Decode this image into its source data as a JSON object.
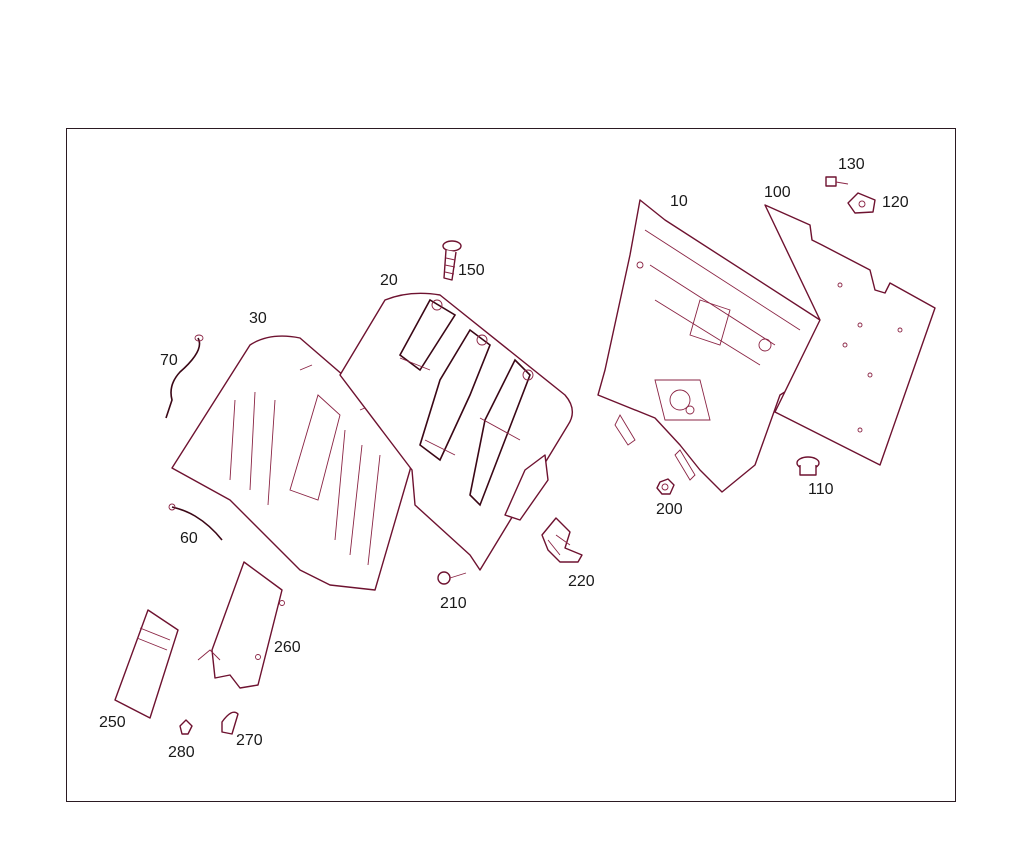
{
  "diagram": {
    "callouts": {
      "p10": "10",
      "p20": "20",
      "p30": "30",
      "p60": "60",
      "p70": "70",
      "p100": "100",
      "p110": "110",
      "p120": "120",
      "p130": "130",
      "p150": "150",
      "p200": "200",
      "p210": "210",
      "p220": "220",
      "p250": "250",
      "p260": "260",
      "p270": "270",
      "p280": "280"
    },
    "colors": {
      "line": "#6e1230",
      "frame": "#2b1a22",
      "text": "#1a1a1a"
    }
  }
}
